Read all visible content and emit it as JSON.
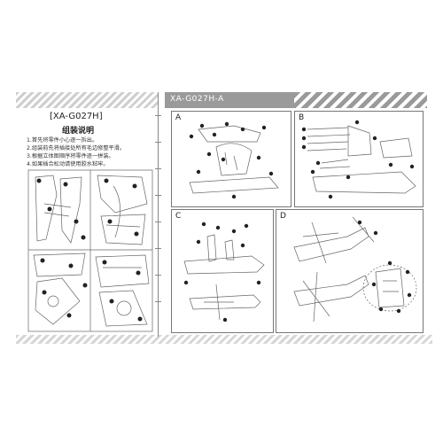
{
  "header": {
    "model_code": "XA-G027H",
    "title": "[XA-G027H]",
    "subtitle": "组装说明"
  },
  "instructions": [
    "1.首先将零件小心逐一拆出。",
    "2.组装前先将插接处所有毛边修整平滑。",
    "3.根据立体图顺序将零件逐一拼装。",
    "4.如果插合松动请使用胶水粘牢。"
  ],
  "sheet_code": "XA-G027H-A",
  "steps": [
    {
      "label": "A"
    },
    {
      "label": "B"
    },
    {
      "label": "C"
    },
    {
      "label": "D"
    }
  ],
  "colors": {
    "band_gray": "#9a9a9a",
    "line": "#777777",
    "part_dot": "#222222"
  }
}
